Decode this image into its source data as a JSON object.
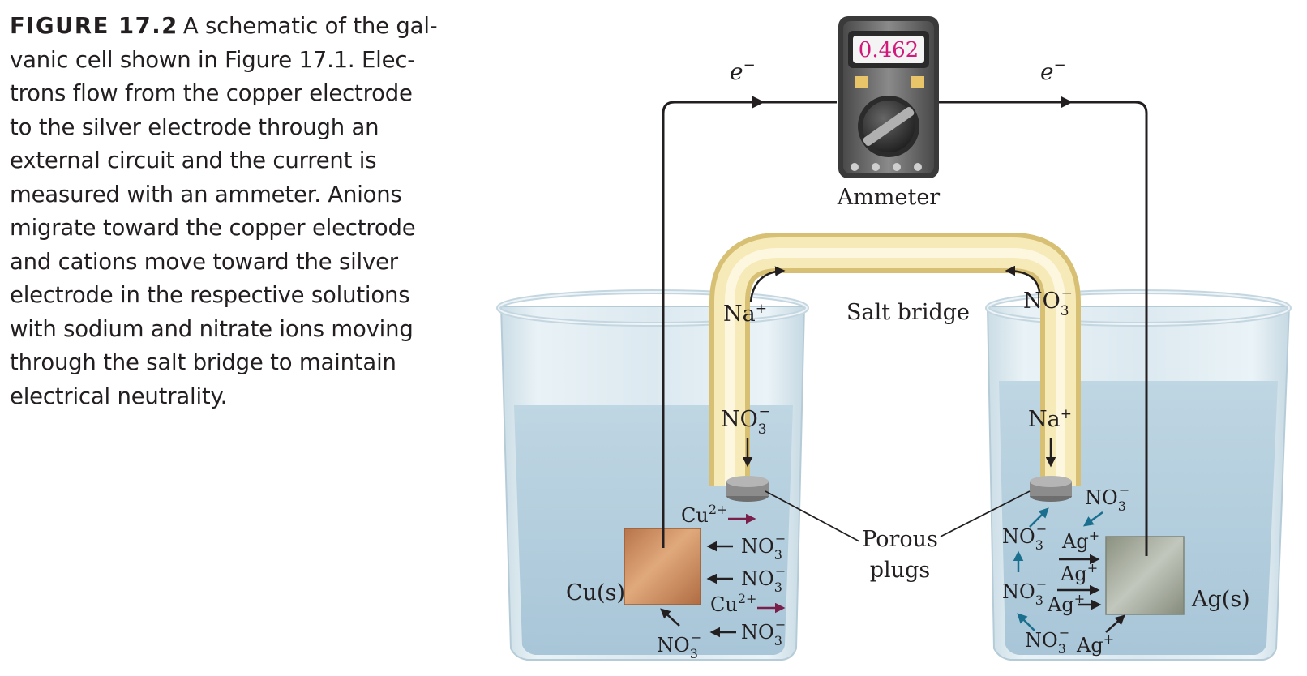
{
  "caption": {
    "label": "FIGURE 17.2",
    "lines": [
      "A schematic of the gal-",
      "vanic cell shown in Figure 17.1. Elec-",
      "trons flow from the copper electrode",
      "to the silver electrode through an",
      "external circuit and the current is",
      "measured with an ammeter. Anions",
      "migrate toward the copper electrode",
      "and cations move toward the silver",
      "electrode in the respective solutions",
      "with sodium and nitrate ions moving",
      "through the salt bridge to maintain",
      "electrical neutrality."
    ]
  },
  "ammeter": {
    "reading": "0.462",
    "label": "Ammeter"
  },
  "electron_symbol": "e",
  "electron_charge": "−",
  "salt_bridge": {
    "label": "Salt bridge",
    "cation": "Na",
    "anion": "NO"
  },
  "plugs_label": [
    "Porous",
    "plugs"
  ],
  "electrodes": {
    "copper": "Cu(s)",
    "silver": "Ag(s)"
  },
  "ions": {
    "nitrate": "NO",
    "nitrate_sub": "3",
    "nitrate_sup": "−",
    "sodium": "Na",
    "sodium_sup": "+",
    "copper": "Cu",
    "copper_sup": "2+",
    "silver": "Ag",
    "silver_sup": "+"
  },
  "colors": {
    "wire": "#231f20",
    "copper_arrow": "#7a1f4a",
    "teal_arrow": "#1b6f8e",
    "solution": "#b7d0de",
    "bridge": "#f1e2a2",
    "copper_plate": "#c9895a",
    "silver_plate": "#9ea49b"
  }
}
